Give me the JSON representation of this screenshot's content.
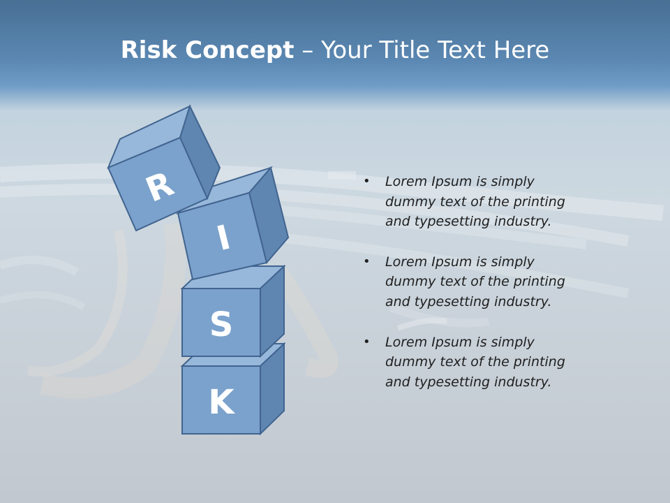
{
  "slide": {
    "title_strong": "Risk Concept",
    "title_rest": " – Your Title Text Here"
  },
  "cubes": [
    {
      "letter": "R"
    },
    {
      "letter": "I"
    },
    {
      "letter": "S"
    },
    {
      "letter": "K"
    }
  ],
  "bullets": [
    {
      "text": "Lorem Ipsum is simply dummy text of the printing and typesetting industry."
    },
    {
      "text": "Lorem Ipsum is simply dummy text of the printing and typesetting industry."
    },
    {
      "text": "Lorem Ipsum is simply dummy text of the printing and typesetting industry."
    }
  ],
  "colors": {
    "header_blue": "#5b88b2",
    "cube_front": "#7ba2cc",
    "cube_top": "#97b8da",
    "cube_side": "#5f86b1",
    "cube_edge": "#41648f"
  }
}
